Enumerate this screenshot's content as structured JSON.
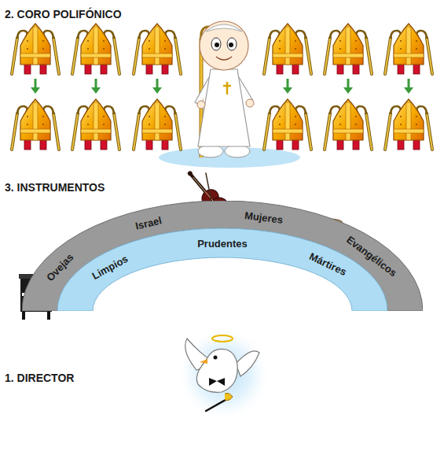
{
  "diagram": {
    "nodes": [
      {
        "text": [
          "Ovejas",
          "Israel",
          "Mujeres",
          "Evangélicos"
        ]
      },
      {
        "text": [
          "Limpios",
          "Prudentes",
          "Mártires"
        ]
      }
    ],
    "labels": [
      "2. CORO POLIFÓNICO",
      "3. INSTRUMENTOS",
      "1. DIRECTOR"
    ]
  }
}
